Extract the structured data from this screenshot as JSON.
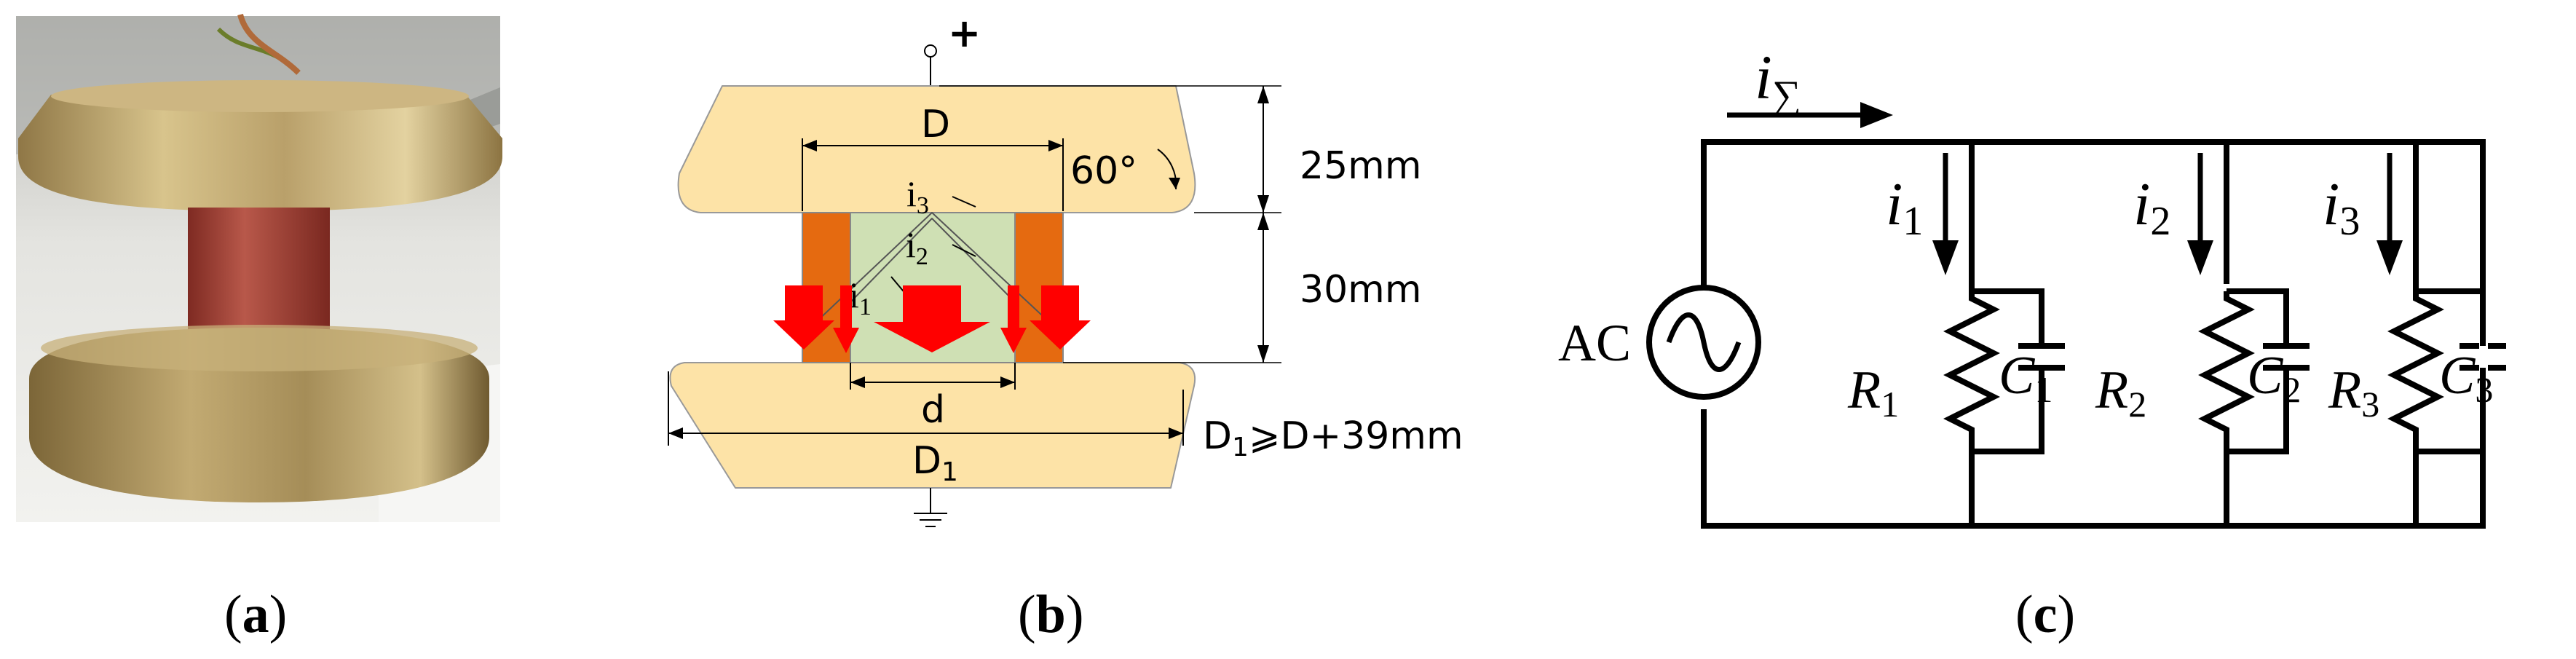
{
  "captions": {
    "a": {
      "open": "(",
      "letter": "a",
      "close": ")"
    },
    "b": {
      "open": "(",
      "letter": "b",
      "close": ")"
    },
    "c": {
      "open": "(",
      "letter": "c",
      "close": ")"
    }
  },
  "panel_b": {
    "plus": "+",
    "label_D": "D",
    "label_d": "d",
    "label_D1": "D",
    "label_D1_sub": "1",
    "angle": "60°",
    "height_top": "25mm",
    "height_mid": "30mm",
    "condition_main": "D",
    "condition_sub": "1",
    "condition_rest": "⩾D+39mm",
    "i3": "i",
    "i3_sub": "3",
    "i2": "i",
    "i2_sub": "2",
    "i1": "i",
    "i1_sub": "1"
  },
  "panel_c": {
    "isum": "i",
    "isum_sub": "∑",
    "source": "AC",
    "branches": [
      {
        "i": "i",
        "i_sub": "1",
        "R": "R",
        "R_sub": "1",
        "C": "C",
        "C_sub": "1"
      },
      {
        "i": "i",
        "i_sub": "2",
        "R": "R",
        "R_sub": "2",
        "C": "C",
        "C_sub": "2"
      },
      {
        "i": "i",
        "i_sub": "3",
        "R": "R",
        "R_sub": "3",
        "C": "C",
        "C_sub": "3"
      }
    ]
  },
  "colors": {
    "electrode": "#fde3a7",
    "orange": "#e56a10",
    "green": "#cfe0b4",
    "arrow": "#ff0000",
    "photo_bg": "#d9d9d6",
    "brass": "#b49a62",
    "rubber": "#a8453a"
  }
}
